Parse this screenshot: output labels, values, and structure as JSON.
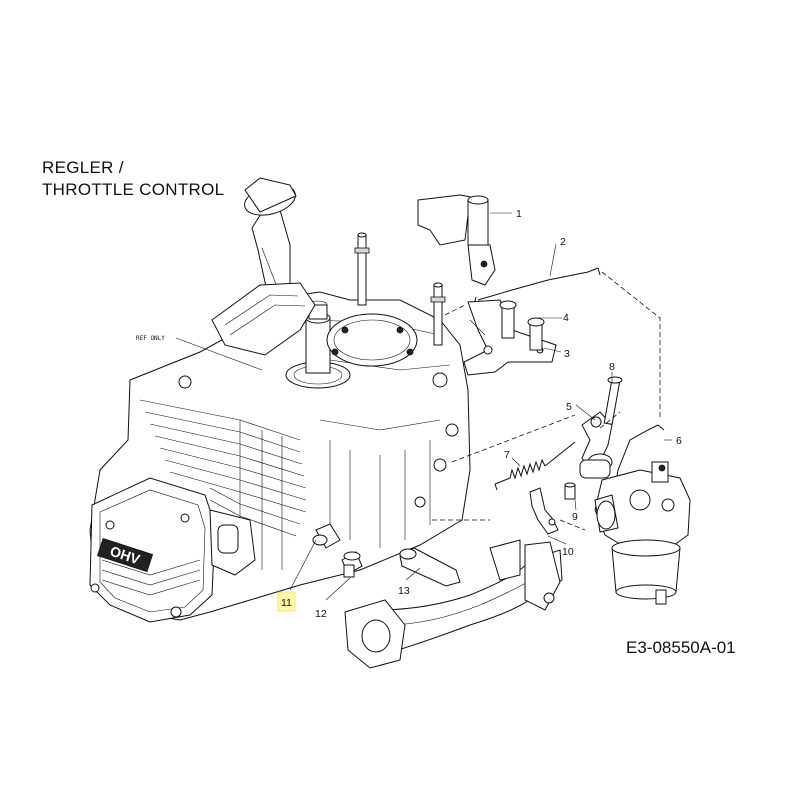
{
  "diagram": {
    "title_line1": "REGLER /",
    "title_line2": "THROTTLE CONTROL",
    "ref_only_label": "REF ONLY",
    "ref_code": "E3-08550A-01",
    "engine_logo_text": "OHV",
    "highlighted_callout": "11",
    "callouts": [
      "1",
      "2",
      "3",
      "4",
      "5",
      "6",
      "7",
      "8",
      "9",
      "10",
      "11",
      "12",
      "13"
    ]
  }
}
